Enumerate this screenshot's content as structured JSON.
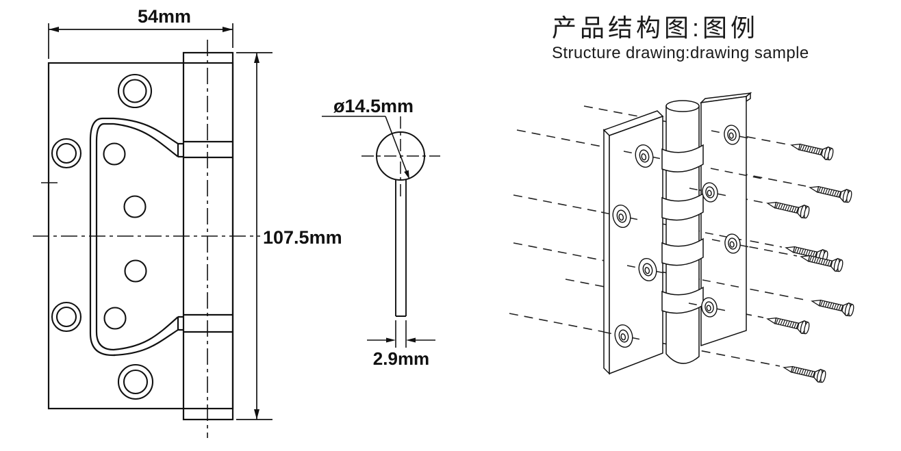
{
  "left_view": {
    "name": "hinge flat view",
    "width_dim": "54mm",
    "height_dim": "107.5mm",
    "cup_hole_count": 4,
    "plain_hole_count": 4
  },
  "pin_view": {
    "name": "hinge pin side view",
    "diameter_dim": "ø14.5mm",
    "thickness_dim": "2.9mm"
  },
  "assembly_view": {
    "title_cn": "产品结构图:图例",
    "title_en": "Structure drawing:drawing sample",
    "screw_count": 8,
    "leaf_hole_count": 8
  },
  "colors": {
    "line": "#111111",
    "dash_line": "#222222",
    "background": "#ffffff",
    "text": "#111111"
  }
}
